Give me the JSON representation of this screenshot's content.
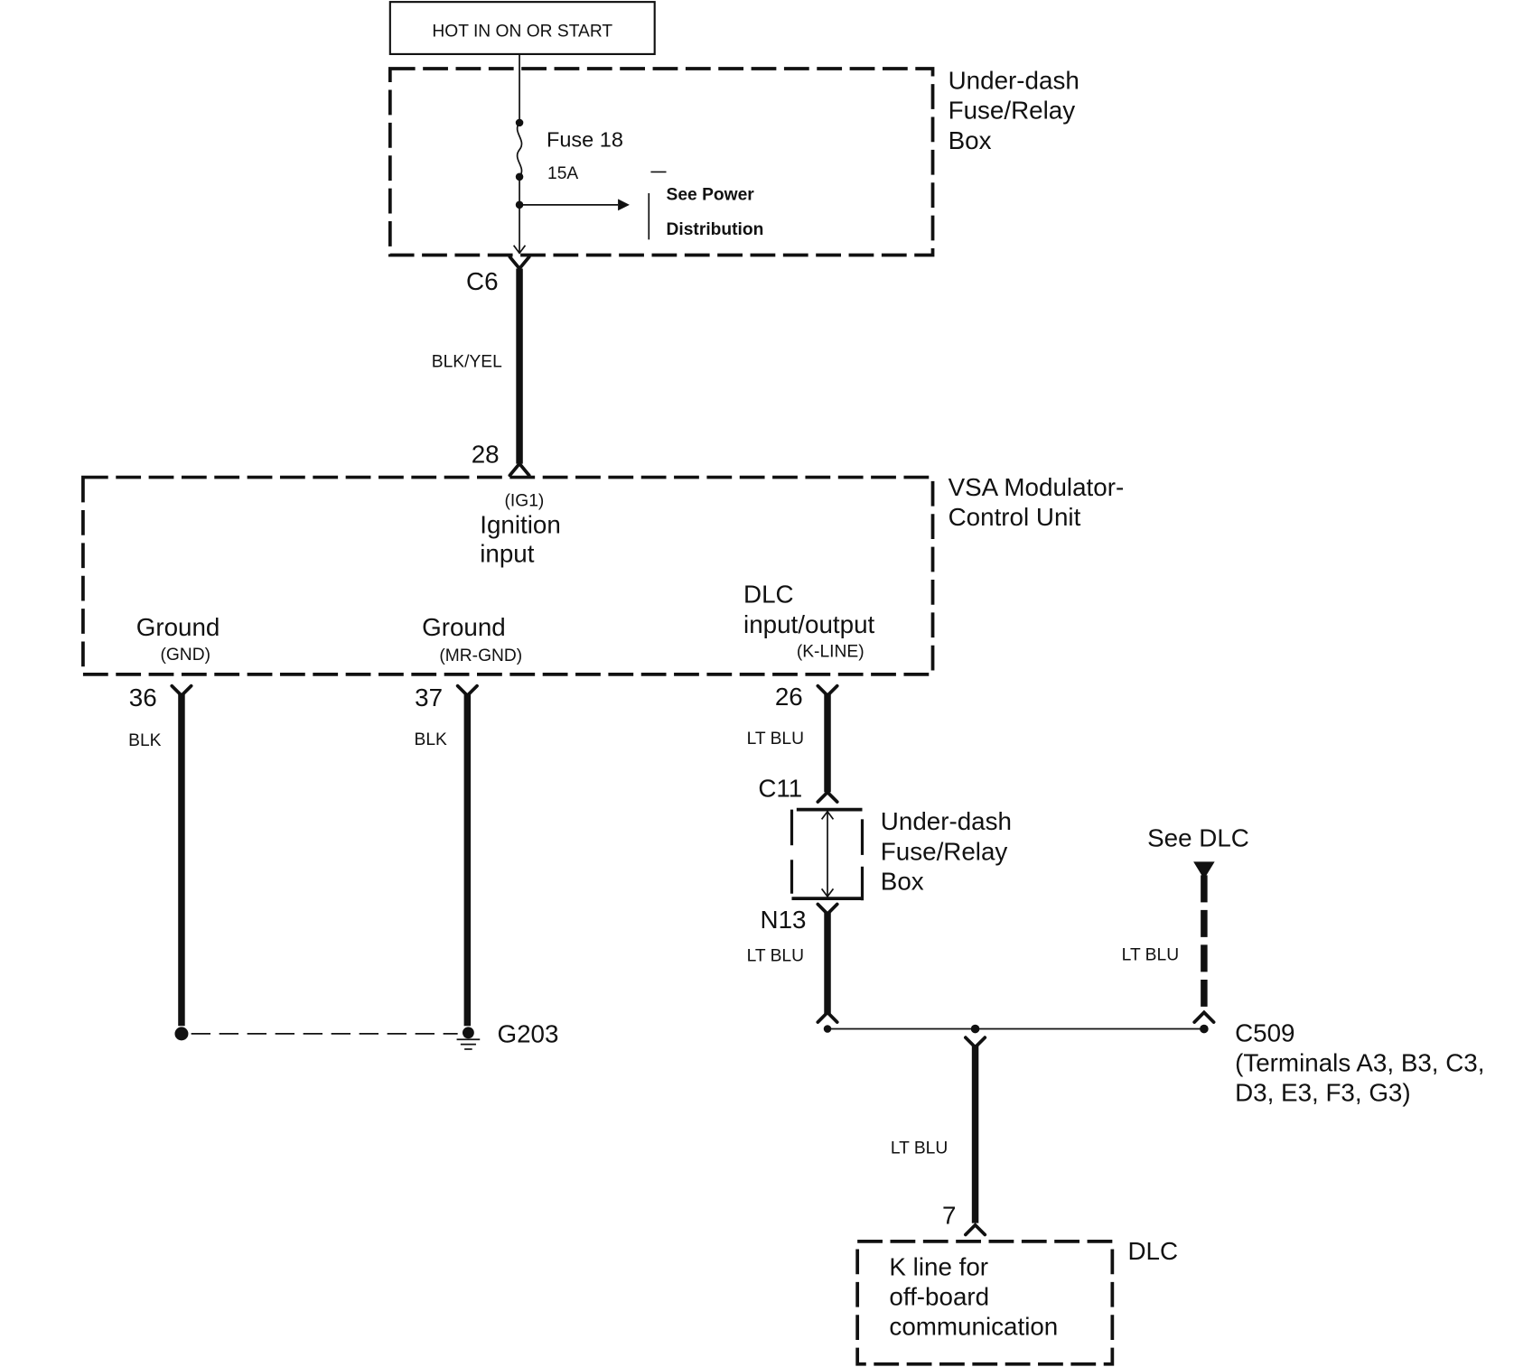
{
  "power_source": {
    "label": "HOT IN ON OR START"
  },
  "fuse_box_top": {
    "label_lines": [
      "Under-dash",
      "Fuse/Relay",
      "Box"
    ],
    "fuse_name": "Fuse 18",
    "fuse_rating": "15A",
    "reference_lines": [
      "See Power",
      "Distribution"
    ]
  },
  "ignition_wire": {
    "top_connector": "C6",
    "color": "BLK/YEL",
    "bottom_pin": "28"
  },
  "vsa_unit": {
    "label_lines": [
      "VSA Modulator-",
      "Control Unit"
    ],
    "ignition": {
      "code": "(IG1)",
      "lines": [
        "Ignition",
        "input"
      ]
    },
    "ground1": {
      "name": "Ground",
      "code": "(GND)",
      "pin": "36",
      "wire_color": "BLK"
    },
    "ground2": {
      "name": "Ground",
      "code": "(MR-GND)",
      "pin": "37",
      "wire_color": "BLK"
    },
    "dlc_io": {
      "lines": [
        "DLC",
        "input/output"
      ],
      "code": "(K-LINE)",
      "pin": "26",
      "wire_color": "LT BLU"
    }
  },
  "ground_point": {
    "label": "G203"
  },
  "fuse_box_mid": {
    "top_connector": "C11",
    "bottom_connector": "N13",
    "label_lines": [
      "Under-dash",
      "Fuse/Relay",
      "Box"
    ],
    "lower_wire_color": "LT BLU"
  },
  "see_dlc": {
    "label": "See DLC",
    "wire_color": "LT BLU"
  },
  "junction": {
    "connector": "C509",
    "terminal_lines": [
      "(Terminals A3, B3, C3,",
      "D3, E3, F3, G3)"
    ]
  },
  "dlc_wire": {
    "color": "LT BLU",
    "pin": "7"
  },
  "dlc": {
    "label": "DLC",
    "function_lines": [
      "K line for",
      "off-board",
      "communication"
    ]
  }
}
